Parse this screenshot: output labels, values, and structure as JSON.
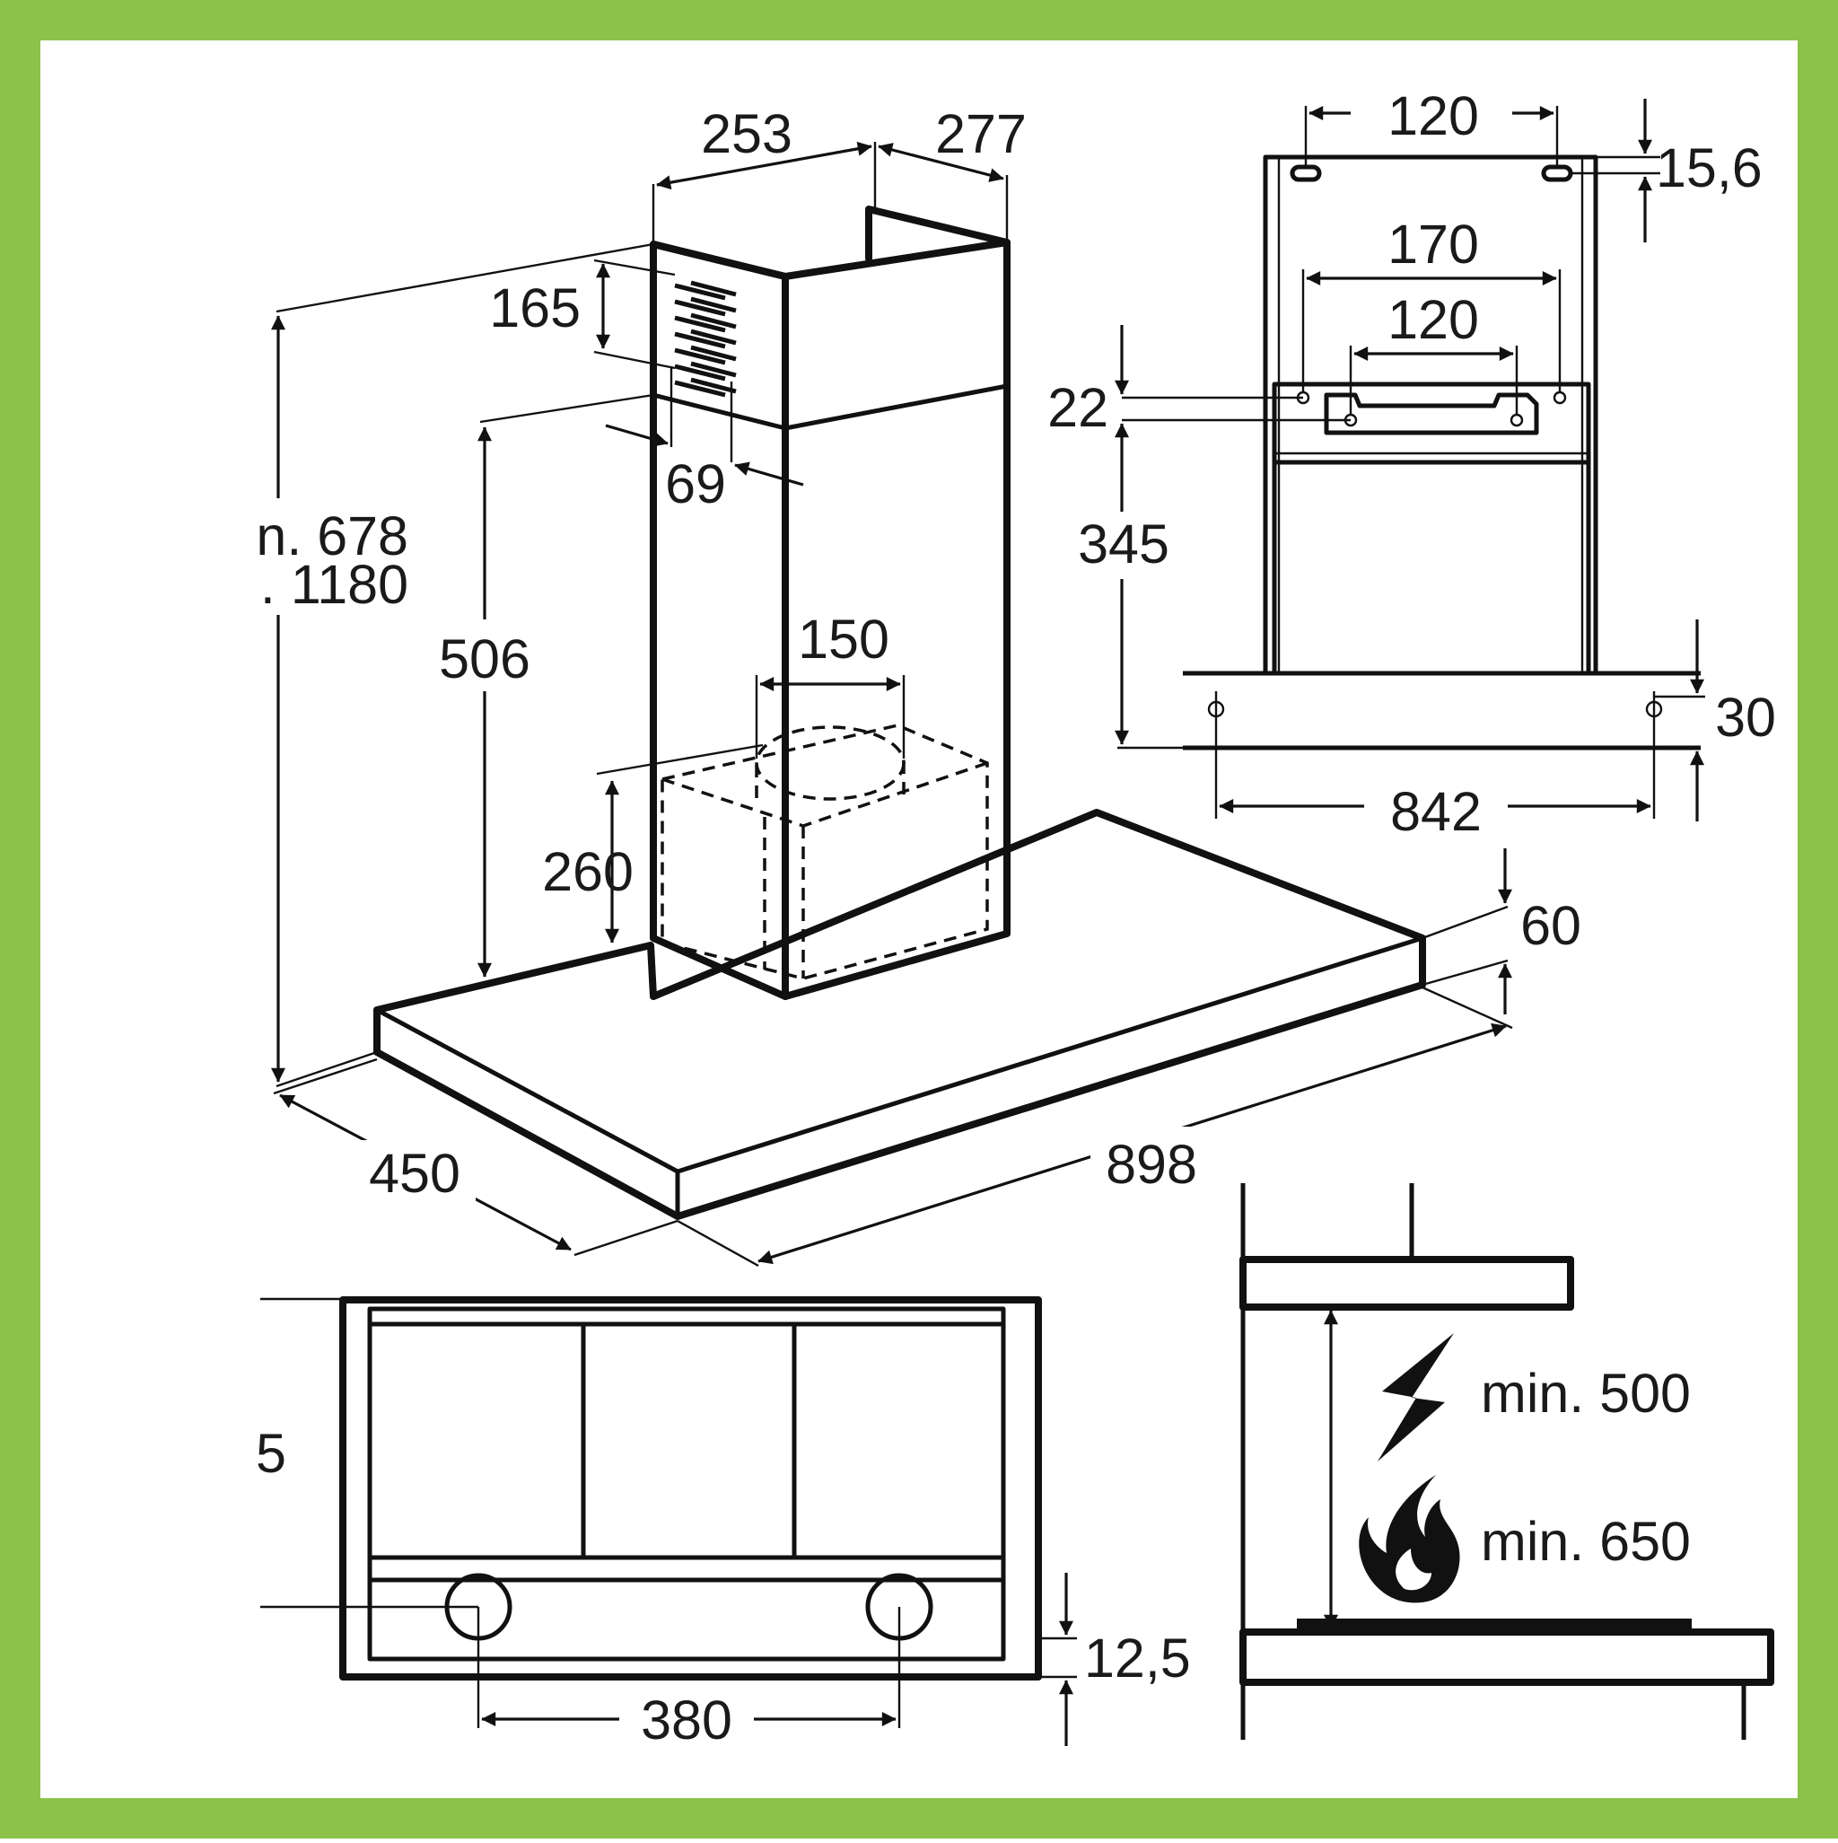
{
  "colors": {
    "frame": "#8bc34a",
    "paper": "#ffffff",
    "ink": "#111111"
  },
  "main_view": {
    "dims": {
      "chimney_depth": "253",
      "chimney_width": "277",
      "vent_grille_height": "165",
      "vent_offset": "69",
      "height_line1": "n. 678",
      "height_line2": ". 1180",
      "chimney_to_canopy": "506",
      "outlet_diameter": "150",
      "motor_height": "260",
      "canopy_height": "60",
      "canopy_depth": "450",
      "canopy_width": "898"
    }
  },
  "bracket_view": {
    "dims": {
      "top_hole_spacing": "120",
      "top_hole_offset": "15,6",
      "bracket_outer": "170",
      "bracket_inner": "120",
      "bracket_offset": "22",
      "bracket_height": "345",
      "rail_offset": "30",
      "rail_hole_spacing": "842"
    }
  },
  "bottom_view": {
    "dims": {
      "hole_spacing": "380",
      "edge_offset": "12,5",
      "cut_left_label": "5"
    }
  },
  "clearance_view": {
    "electric": {
      "icon": "lightning-icon",
      "label": "min. 500"
    },
    "gas": {
      "icon": "flame-icon",
      "label": "min. 650"
    }
  }
}
